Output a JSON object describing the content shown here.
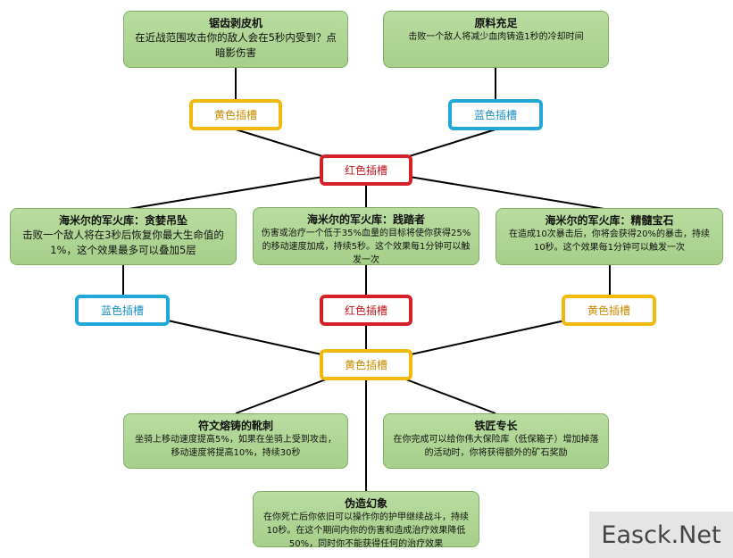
{
  "cards": {
    "sawtooth": {
      "title": "锯齿剥皮机",
      "desc": "在近战范围攻击你的敌人会在5秒内受到？点暗影伤害"
    },
    "raw_material": {
      "title": "原料充足",
      "desc": "击败一个敌人将减少血肉铸造1秒的冷却时间"
    },
    "greed": {
      "title": "海米尔的军火库：贪婪吊坠",
      "desc": "击败一个敌人将在3秒后恢复你最大生命值的1%，这个效果最多可以叠加5层"
    },
    "trample": {
      "title": "海米尔的军火库：践踏者",
      "desc": "伤害或治疗一个低于35%血量的目标将使你获得25%的移动速度加成，持续5秒。这个效果每1分钟可以触发一次"
    },
    "gem": {
      "title": "海米尔的军火库：精髓宝石",
      "desc": "在造成10次暴击后，你将会获得20%的暴击，持续10秒。这个效果每1分钟可以触发一次"
    },
    "rune_boots": {
      "title": "符文熔铸的靴刺",
      "desc": "坐骑上移动速度提高5%，如果在坐骑上受到攻击，移动速度将提高10%，持续30秒"
    },
    "blacksmith": {
      "title": "铁匠专长",
      "desc": "在你完成可以给你伟大保险库（低保箱子）增加掉落的活动时，你将获得额外的矿石奖励"
    },
    "illusion": {
      "title": "伪造幻象",
      "desc": "在你死亡后你依旧可以操作你的护甲继续战斗，持续10秒。在这个期间内你的伤害和造成治疗效果降低50%，同时你不能获得任何的治疗效果"
    }
  },
  "slots": {
    "s1": {
      "label": "黄色插槽",
      "color": "#f2b90c"
    },
    "s2": {
      "label": "蓝色插槽",
      "color": "#21a8d9"
    },
    "s3": {
      "label": "红色插槽",
      "color": "#d42026"
    },
    "s4": {
      "label": "蓝色插槽",
      "color": "#21a8d9"
    },
    "s5": {
      "label": "红色插槽",
      "color": "#d42026"
    },
    "s6": {
      "label": "黄色插槽",
      "color": "#f2b90c"
    },
    "s7": {
      "label": "黄色插槽",
      "color": "#f2b90c"
    }
  },
  "watermark": "Easck.Net"
}
